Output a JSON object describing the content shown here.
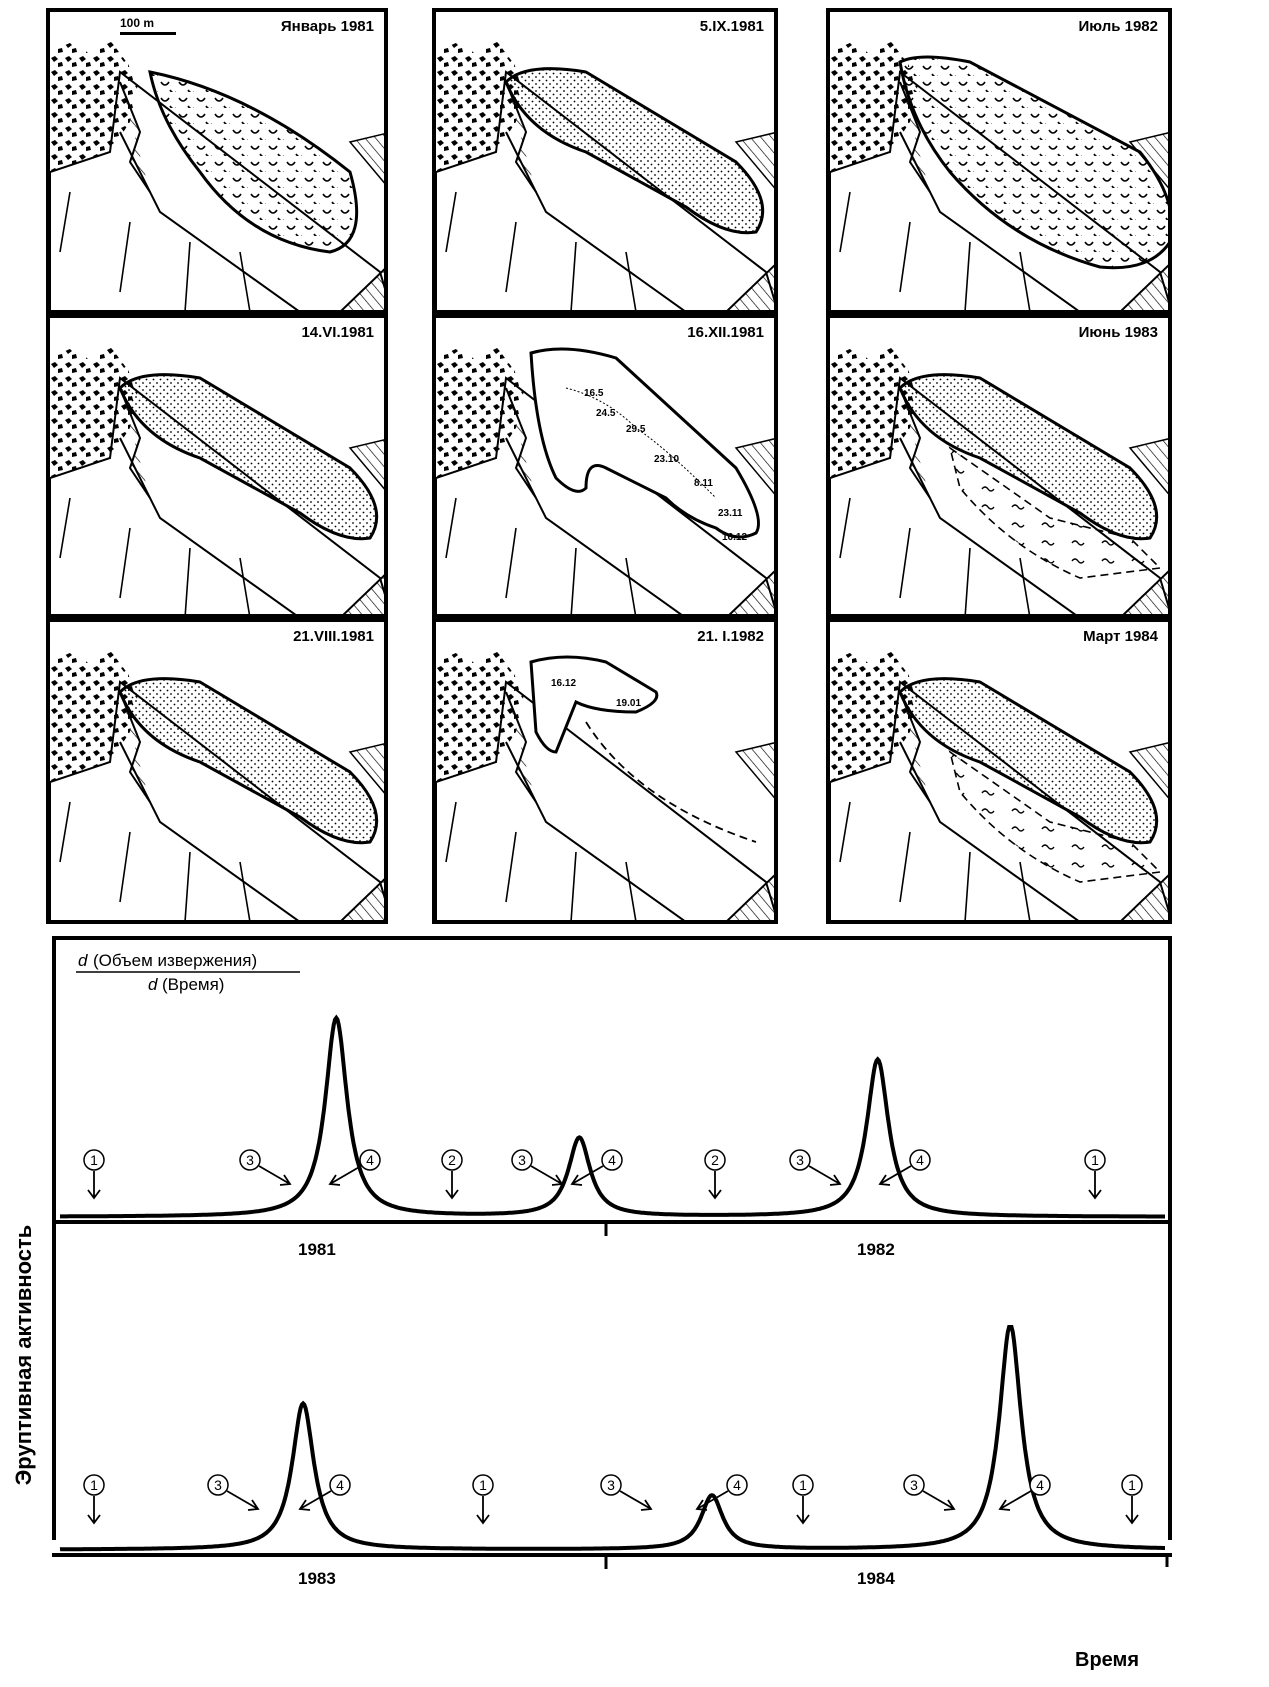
{
  "panels": {
    "p1": "Январь 1981",
    "p2": "5.IX.1981",
    "p3": "Июль 1982",
    "p4": "14.VI.1981",
    "p5": "16.XII.1981",
    "p6": "Июнь 1983",
    "p7": "21.VIII.1981",
    "p8": "21. I.1982",
    "p9": "Март 1984",
    "scale": "100 m"
  },
  "contours_p5": [
    "16.5",
    "24.5",
    "29.5",
    "23.10",
    "8.11",
    "23.11",
    "16.12"
  ],
  "contours_p8": [
    "16.12",
    "19.01"
  ],
  "chart": {
    "ylabel": "Эруптивная активность",
    "numerator": "(Объем извержения)",
    "denominator": "(Время)",
    "d": "d",
    "xlabel": "Время",
    "year_1981": "1981",
    "year_1982": "1982",
    "year_1983": "1983",
    "year_1984": "1984"
  },
  "chart_data": [
    {
      "type": "line",
      "x_labels": [
        "1981",
        "1982"
      ],
      "peaks": [
        {
          "position": 0.25,
          "height": 0.96
        },
        {
          "position": 0.47,
          "height": 0.38
        },
        {
          "position": 0.74,
          "height": 0.76
        }
      ],
      "stage_markers": [
        "1",
        "3",
        "4",
        "2",
        "3",
        "4",
        "2",
        "3",
        "4",
        "1"
      ]
    },
    {
      "type": "line",
      "x_labels": [
        "1983",
        "1984"
      ],
      "peaks": [
        {
          "position": 0.22,
          "height": 0.65
        },
        {
          "position": 0.59,
          "height": 0.24
        },
        {
          "position": 0.86,
          "height": 1.0
        }
      ],
      "stage_markers": [
        "1",
        "3",
        "4",
        "1",
        "3",
        "4",
        "1",
        "3",
        "4",
        "1"
      ]
    }
  ]
}
